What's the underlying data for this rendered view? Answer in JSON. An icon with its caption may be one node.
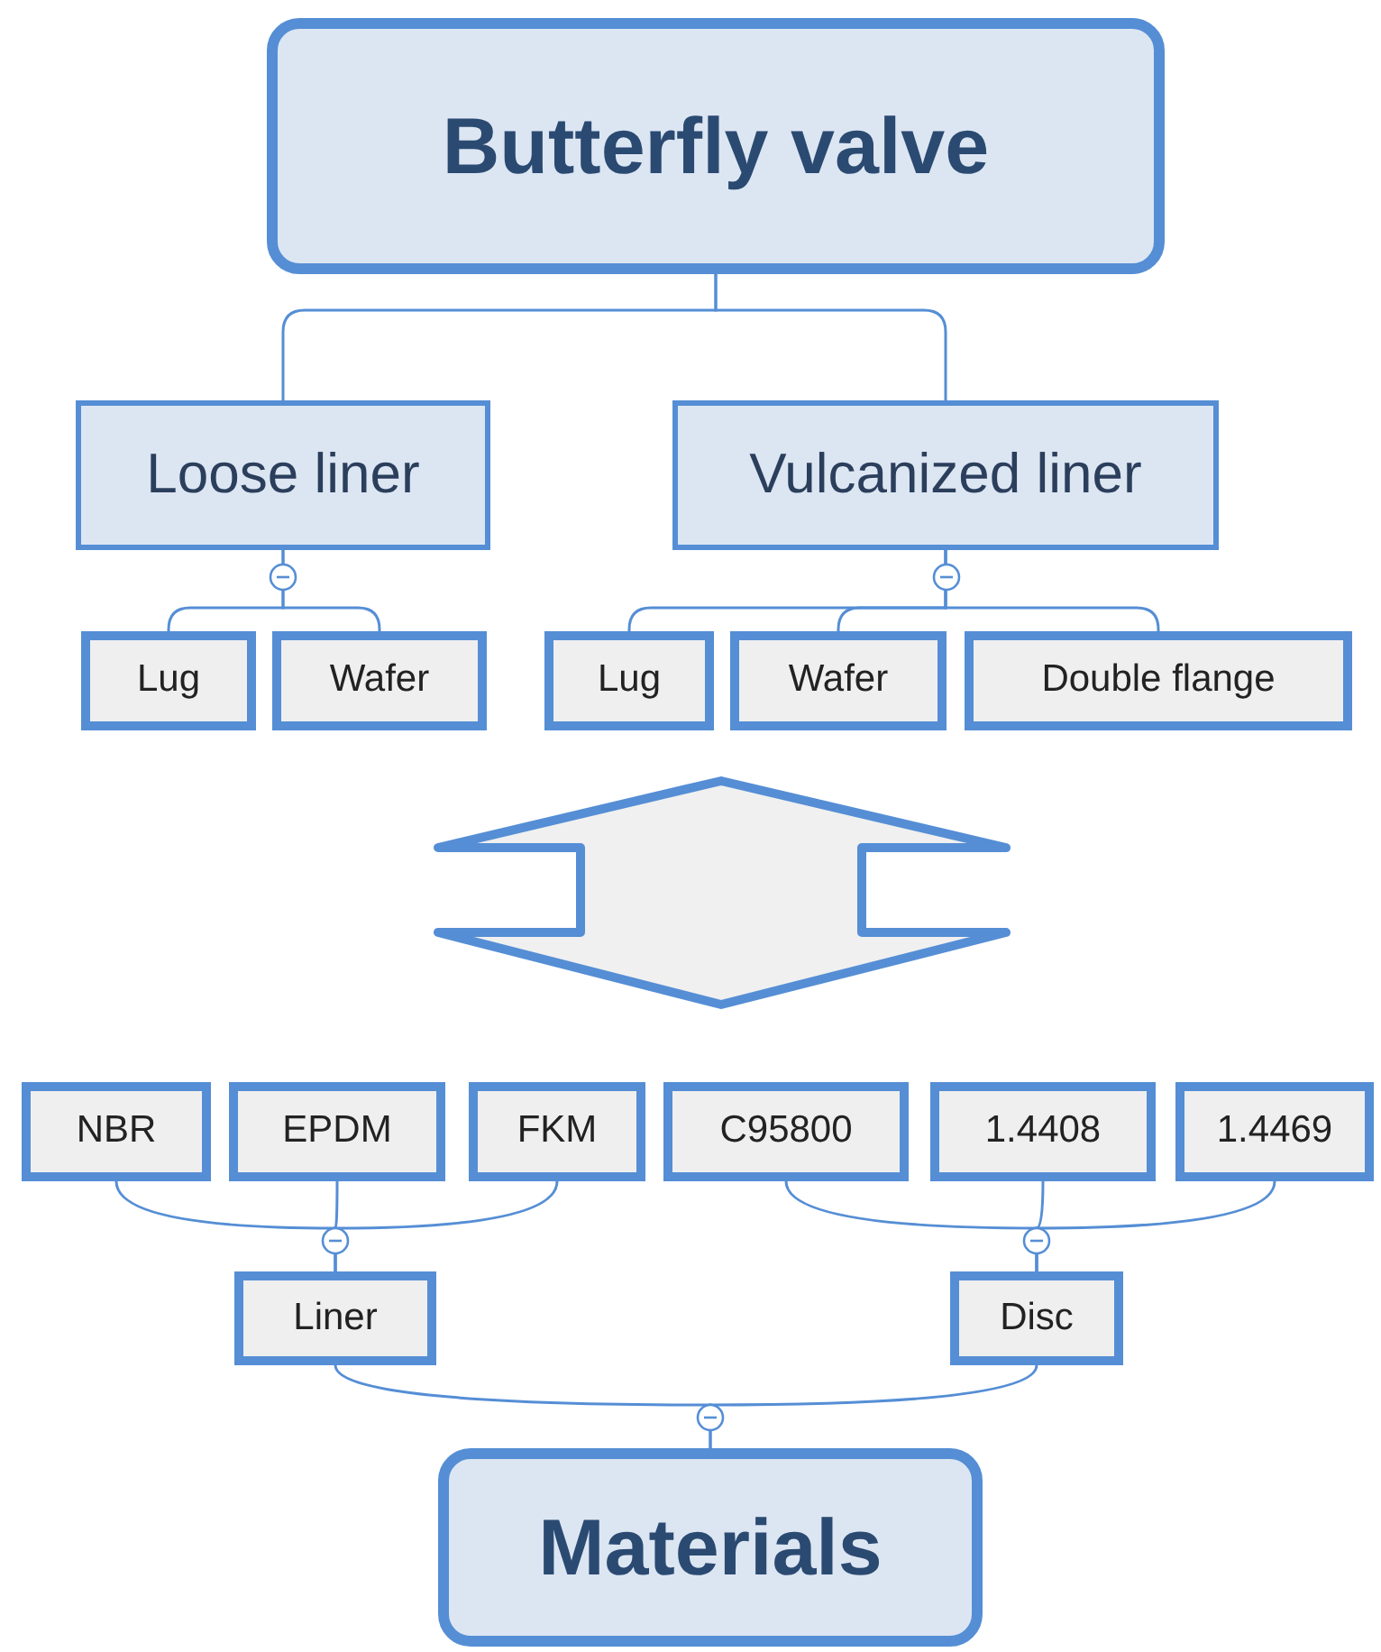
{
  "diagram": {
    "nodes": [
      {
        "text": [
          "Butterfly valve"
        ]
      },
      {
        "text": [
          "Loose liner"
        ]
      },
      {
        "text": [
          "Vulcanized liner"
        ]
      },
      {
        "text": [
          "Lug"
        ]
      },
      {
        "text": [
          "Wafer"
        ]
      },
      {
        "text": [
          "Lug"
        ]
      },
      {
        "text": [
          "Wafer"
        ]
      },
      {
        "text": [
          "Double flange"
        ]
      },
      {
        "text": [
          "NBR"
        ]
      },
      {
        "text": [
          "EPDM"
        ]
      },
      {
        "text": [
          "FKM"
        ]
      },
      {
        "text": [
          "C95800"
        ]
      },
      {
        "text": [
          "1.4408"
        ]
      },
      {
        "text": [
          "1.4469"
        ]
      },
      {
        "text": [
          "Liner"
        ]
      },
      {
        "text": [
          "Disc"
        ]
      },
      {
        "text": [
          "Materials"
        ]
      }
    ],
    "edges": [
      {
        "from": 0,
        "to": 1,
        "arrow": "none"
      },
      {
        "from": 0,
        "to": 2,
        "arrow": "none"
      },
      {
        "from": 1,
        "to": 3,
        "arrow": "none"
      },
      {
        "from": 1,
        "to": 4,
        "arrow": "none"
      },
      {
        "from": 2,
        "to": 5,
        "arrow": "none"
      },
      {
        "from": 2,
        "to": 6,
        "arrow": "none"
      },
      {
        "from": 2,
        "to": 7,
        "arrow": "none"
      },
      {
        "from": 16,
        "to": 14,
        "arrow": "none"
      },
      {
        "from": 16,
        "to": 15,
        "arrow": "none"
      },
      {
        "from": 14,
        "to": 8,
        "arrow": "none"
      },
      {
        "from": 14,
        "to": 9,
        "arrow": "none"
      },
      {
        "from": 14,
        "to": 10,
        "arrow": "none"
      },
      {
        "from": 15,
        "to": 11,
        "arrow": "none"
      },
      {
        "from": 15,
        "to": 12,
        "arrow": "none"
      },
      {
        "from": 15,
        "to": 13,
        "arrow": "none"
      }
    ]
  }
}
